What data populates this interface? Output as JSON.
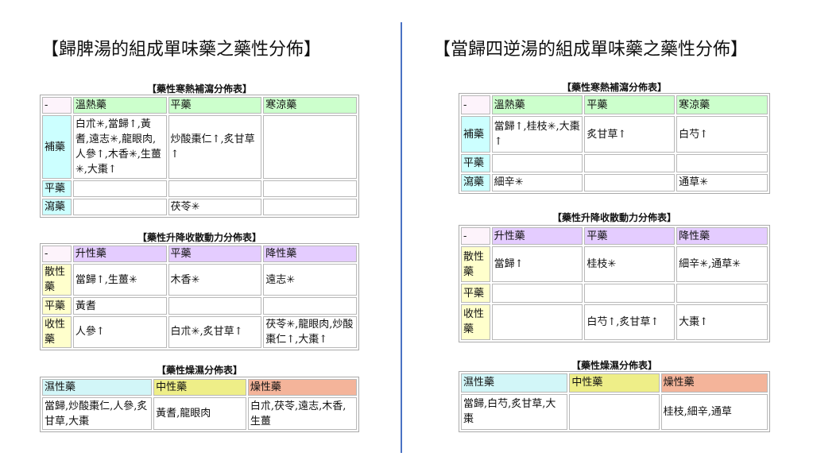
{
  "colors": {
    "divider": "#4a72c4",
    "warm": "#ccffcc",
    "tonify_row": "#ccffff",
    "lift": "#e4ccff",
    "disperse_row": "#ffffcc",
    "damp": "#d2f6f8",
    "neutral": "#eeee88",
    "dry": "#f4b49a"
  },
  "left": {
    "title": "【歸脾湯的組成單味藥之藥性分佈】",
    "t1": {
      "title": "【藥性寒熱補瀉分佈表】",
      "header": [
        "-",
        "溫熱藥",
        "平藥",
        "寒涼藥"
      ],
      "rows": [
        [
          "補藥",
          "白朮✳,當歸↑,黃耆,遠志✳,龍眼肉,人參↑,木香✳,生薑✳,大棗↑",
          "炒酸棗仁↑,炙甘草↑",
          ""
        ],
        [
          "平藥",
          "",
          "",
          ""
        ],
        [
          "瀉藥",
          "",
          "茯苓✳",
          ""
        ]
      ]
    },
    "t2": {
      "title": "【藥性升降收散動力分佈表】",
      "header": [
        "-",
        "升性藥",
        "平藥",
        "降性藥"
      ],
      "rows": [
        [
          "散性藥",
          "當歸↑,生薑✳",
          "木香✳",
          "遠志✳"
        ],
        [
          "平藥",
          "黃耆",
          "",
          ""
        ],
        [
          "收性藥",
          "人參↑",
          "白朮✳,炙甘草↑",
          "茯苓✳,龍眼肉,炒酸棗仁↑,大棗↑"
        ]
      ]
    },
    "t3": {
      "title": "【藥性燥濕分佈表】",
      "header": [
        "濕性藥",
        "中性藥",
        "燥性藥"
      ],
      "rows": [
        [
          "當歸,炒酸棗仁,人參,炙甘草,大棗",
          "黃耆,龍眼肉",
          "白朮,茯苓,遠志,木香,生薑"
        ]
      ]
    }
  },
  "right": {
    "title": "【當歸四逆湯的組成單味藥之藥性分佈】",
    "t1": {
      "title": "【藥性寒熱補瀉分佈表】",
      "header": [
        "-",
        "溫熱藥",
        "平藥",
        "寒涼藥"
      ],
      "rows": [
        [
          "補藥",
          "當歸↑,桂枝✳,大棗↑",
          "炙甘草↑",
          "白芍↑"
        ],
        [
          "平藥",
          "",
          "",
          ""
        ],
        [
          "瀉藥",
          "細辛✳",
          "",
          "通草✳"
        ]
      ]
    },
    "t2": {
      "title": "【藥性升降收散動力分佈表】",
      "header": [
        "-",
        "升性藥",
        "平藥",
        "降性藥"
      ],
      "rows": [
        [
          "散性藥",
          "當歸↑",
          "桂枝✳",
          "細辛✳,通草✳"
        ],
        [
          "平藥",
          "",
          "",
          ""
        ],
        [
          "收性藥",
          "",
          "白芍↑,炙甘草↑",
          "大棗↑"
        ]
      ]
    },
    "t3": {
      "title": "【藥性燥濕分佈表】",
      "header": [
        "濕性藥",
        "中性藥",
        "燥性藥"
      ],
      "rows": [
        [
          "當歸,白芍,炙甘草,大棗",
          "",
          "桂枝,細辛,通草"
        ]
      ]
    }
  }
}
